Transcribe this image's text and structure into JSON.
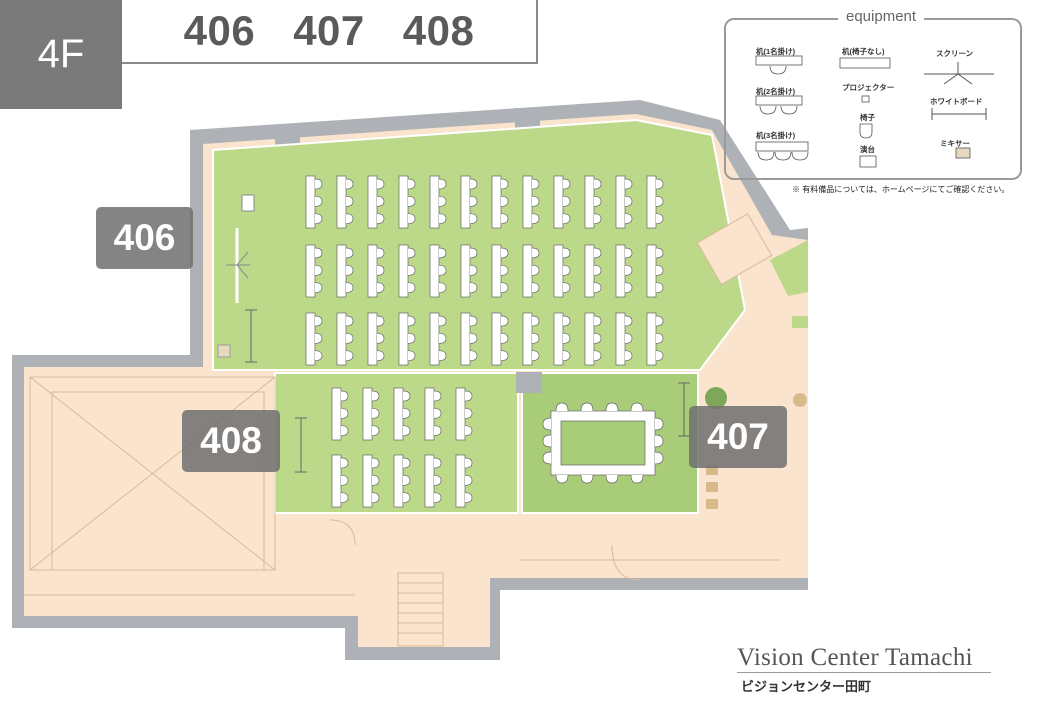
{
  "floor": "4F",
  "rooms": [
    "406",
    "407",
    "408"
  ],
  "labels": {
    "r406": "406",
    "r407": "407",
    "r408": "408"
  },
  "legend": {
    "title": "equipment",
    "desk1": "机(1名掛け)",
    "desk2": "机(2名掛け)",
    "desk3": "机(3名掛け)",
    "desk_nochair": "机(椅子なし)",
    "projector": "プロジェクター",
    "chair": "椅子",
    "podium": "演台",
    "screen": "スクリーン",
    "whiteboard": "ホワイトボード",
    "mixer": "ミキサー",
    "note": "※ 有料備品については、ホームページにてご確認ください。"
  },
  "brand": {
    "en": "Vision Center Tamachi",
    "jp": "ビジョンセンター田町"
  },
  "colors": {
    "room_green": "#bcd98a",
    "room_green_dark": "#a9cc78",
    "floor_beige": "#f9e3cc",
    "wall_gray": "#a9adb1",
    "badge_gray": "#7a7a7a"
  }
}
